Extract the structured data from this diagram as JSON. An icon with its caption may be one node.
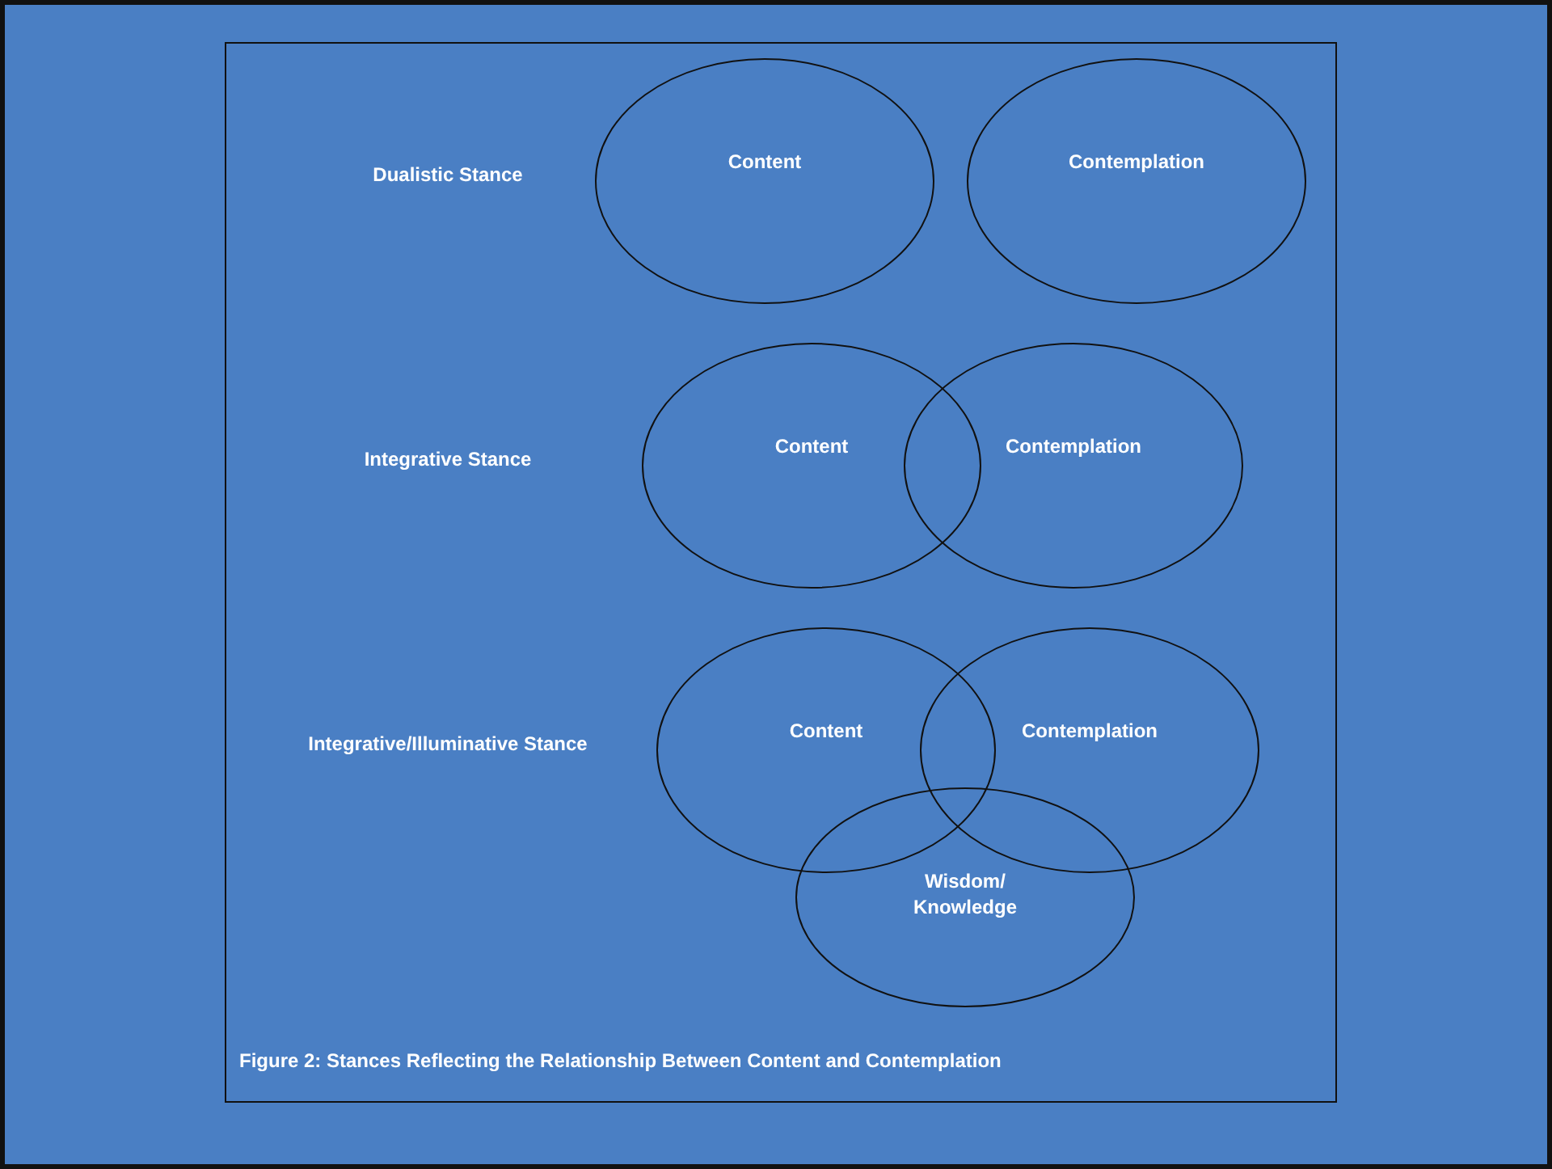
{
  "diagram": {
    "caption": "Figure 2: Stances Reflecting the Relationship Between Content and Contemplation",
    "nodes": [
      {
        "text": [
          "Content"
        ]
      },
      {
        "text": [
          "Contemplation"
        ]
      },
      {
        "text": [
          "Content"
        ]
      },
      {
        "text": [
          "Contemplation"
        ]
      },
      {
        "text": [
          "Content"
        ]
      },
      {
        "text": [
          "Contemplation"
        ]
      },
      {
        "text": [
          "Wisdom/ Knowledge"
        ]
      }
    ],
    "labels": [
      "Dualistic Stance",
      "Integrative Stance",
      "Integrative/Illuminative Stance"
    ]
  }
}
